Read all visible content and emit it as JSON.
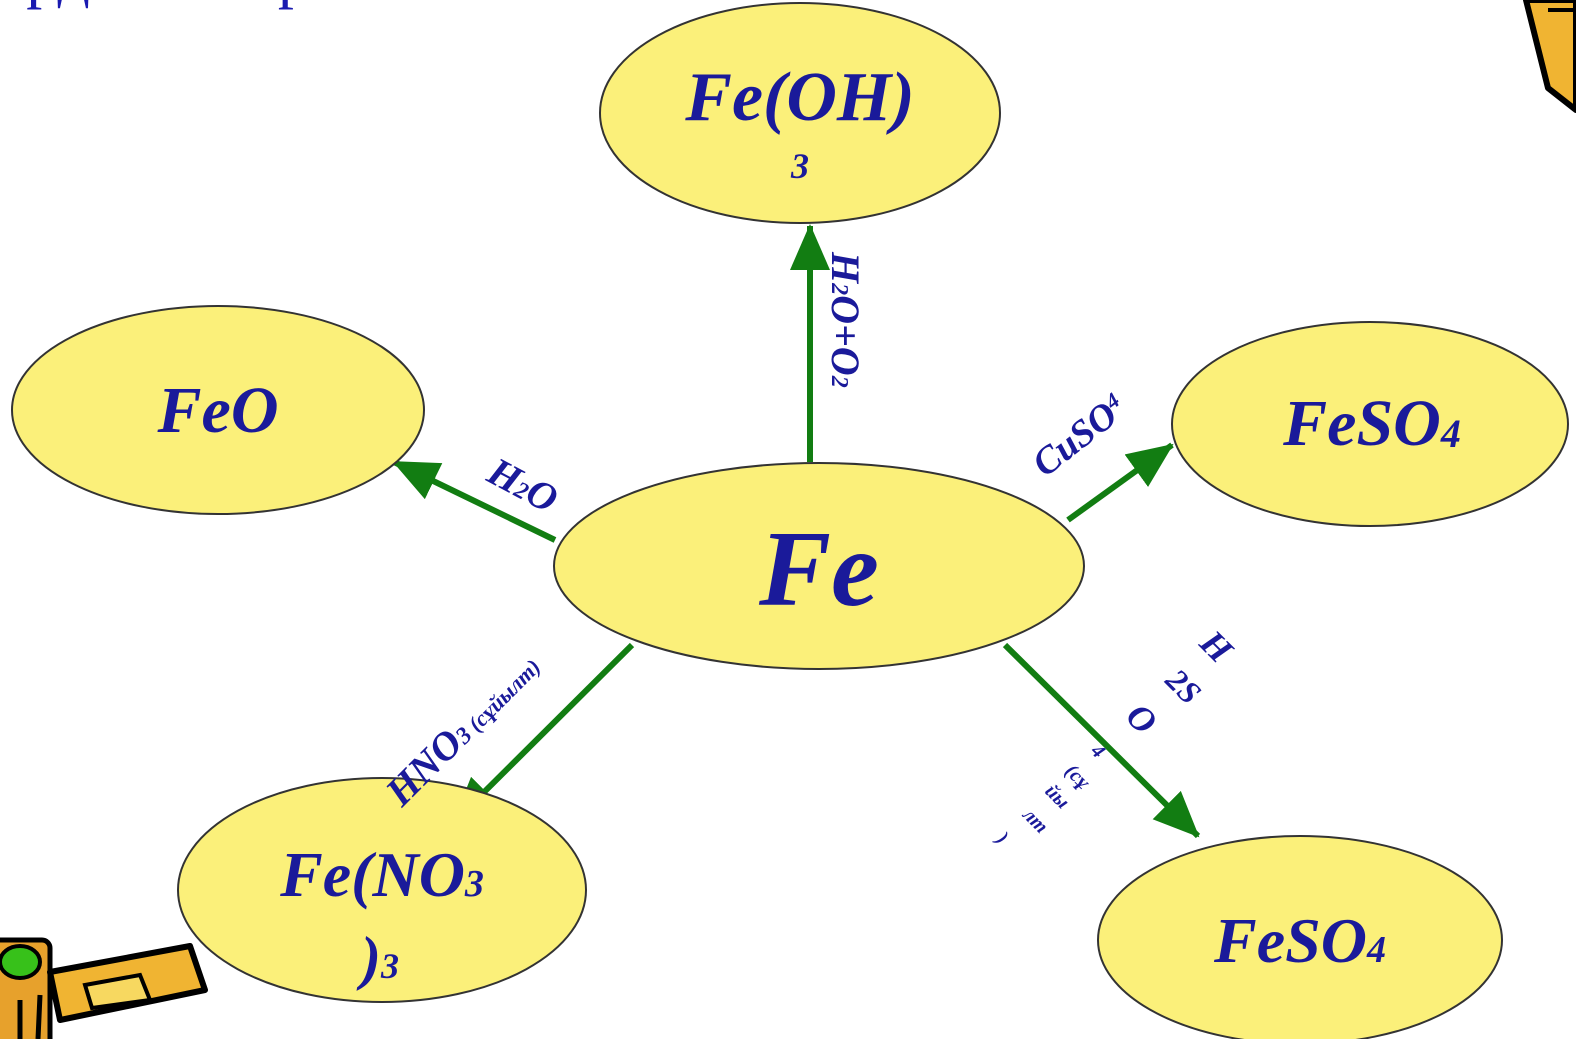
{
  "title": "ирдан затармен",
  "colors": {
    "node_fill": "#fbf07a",
    "node_stroke": "#333333",
    "arrow": "#127d12",
    "text": "#1a1a9a",
    "title": "#1a1ab0"
  },
  "nodes": {
    "fe": "Fe",
    "fe_oh3_line1": "Fe(OH)",
    "fe_oh3_line2": "3",
    "feo": "FeO",
    "feso4_right": "FeSO",
    "feso4_right_sub": "4",
    "fe_no3_line1": "Fe(NO",
    "fe_no3_line1_sub": "3",
    "fe_no3_line2": ")",
    "fe_no3_line2_sub": "3",
    "feso4_bottom": "FeSO",
    "feso4_bottom_sub": "4"
  },
  "reagents": {
    "h2o_o2": {
      "a": "H",
      "b": "2",
      "c": "O+O",
      "d": "2"
    },
    "h2o": {
      "a": "H",
      "b": "2",
      "c": "O"
    },
    "cuso4": {
      "a": "CuSO",
      "b": "4"
    },
    "hno3": {
      "a": "HNO",
      "b": "3",
      "c": " (сұйылт)"
    },
    "h2so4": {
      "l1": "H",
      "l2": "2S",
      "l3": "O",
      "l4": "4",
      "l5": "(сұ",
      "l6": "йы",
      "l7": "лт",
      "l8": ")"
    }
  },
  "decorations": [
    "pencil-icon",
    "pencil-icon"
  ]
}
